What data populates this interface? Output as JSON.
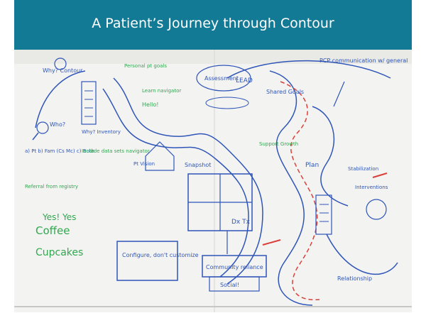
{
  "slide": {
    "title": "A Patient’s Journey through Contour"
  },
  "whiteboard": {
    "description_ink_colors": {
      "blue": "#2f55b8",
      "green": "#2fa84f",
      "red": "#d9403a",
      "board": "#f4f4f2"
    },
    "labels": {
      "why_contour": "Why? Contour",
      "who": "Who?",
      "why_inventory": "Why? Inventory",
      "assessment": "Assessment",
      "lead": "LEAD",
      "pcp": "PCP communication w/ general",
      "shared_goals": "Shared Goals",
      "snapshot": "Snapshot",
      "plan": "Plan",
      "configure": "Configure, don't customize",
      "community": "Community reliance",
      "social": "Social!",
      "relationship": "Relationship",
      "support_growth": "Support Growth",
      "hello": "Hello!",
      "dx_tx": "Dx Tx",
      "stabilization": "Stabilization",
      "interventions": "Interventions",
      "coffee": "Coffee",
      "cupcakes": "Cupcakes",
      "yes_yes": "Yes! Yes",
      "pt_list": "a) Pt b) Fam (Cs Mc) c) Both",
      "referral": "Referral from registry",
      "include": "Include data sets navigator",
      "pt_vision": "Pt Vision",
      "patient_goals": "Personal pt goals",
      "learn": "Learn navigator"
    }
  }
}
